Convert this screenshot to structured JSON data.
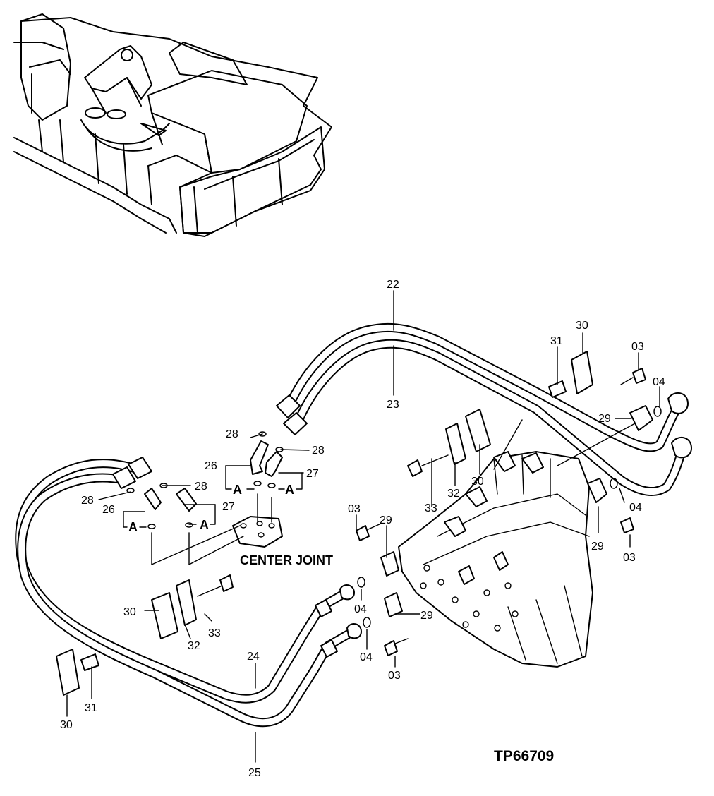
{
  "figure_id": "TP66709",
  "center_joint_label": "CENTER JOINT",
  "view_marker": "A",
  "callouts": {
    "p22": "22",
    "p23": "23",
    "p24": "24",
    "p25": "25",
    "p26": "26",
    "p27": "27",
    "p28": "28",
    "p29": "29",
    "p30": "30",
    "p31": "31",
    "p32": "32",
    "p33": "33",
    "p03": "03",
    "p04": "04"
  }
}
